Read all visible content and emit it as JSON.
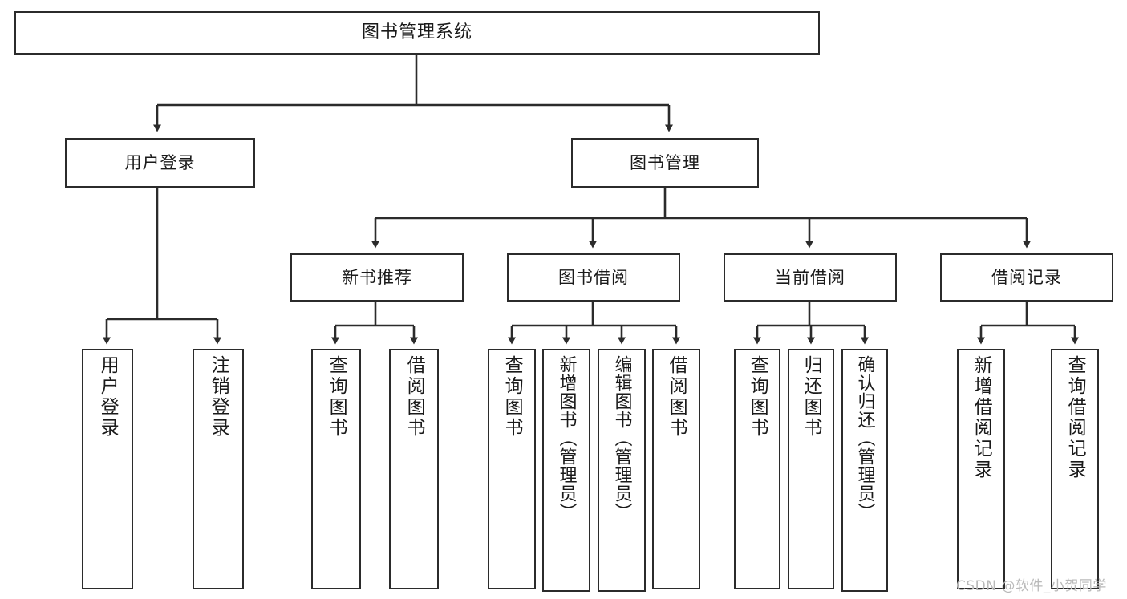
{
  "diagram": {
    "title": "图书管理系统",
    "type": "tree-hierarchy",
    "orientation": "top-down",
    "style": {
      "box_fill": "#ffffff",
      "box_stroke": "#2b2b2b",
      "text_color": "#1a1a1a",
      "edge_color": "#2b2b2b",
      "background": "#ffffff"
    },
    "nodes": {
      "root": {
        "label": "图书管理系统"
      },
      "level2": [
        {
          "label": "用户登录"
        },
        {
          "label": "图书管理"
        }
      ],
      "level3": [
        {
          "label": "新书推荐"
        },
        {
          "label": "图书借阅"
        },
        {
          "label": "当前借阅"
        },
        {
          "label": "借阅记录"
        }
      ],
      "leaves": {
        "user_login": [
          {
            "label": "用户登录"
          },
          {
            "label": "注销登录"
          }
        ],
        "new_book_recommend": [
          {
            "label": "查询图书"
          },
          {
            "label": "借阅图书"
          }
        ],
        "book_borrow": [
          {
            "label": "查询图书"
          },
          {
            "label": "新增图书（管理员）"
          },
          {
            "label": "编辑图书（管理员）"
          },
          {
            "label": "借阅图书"
          }
        ],
        "current_borrow": [
          {
            "label": "查询图书"
          },
          {
            "label": "归还图书"
          },
          {
            "label": "确认归还（管理员）"
          }
        ],
        "borrow_record": [
          {
            "label": "新增借阅记录"
          },
          {
            "label": "查询借阅记录"
          }
        ]
      }
    }
  },
  "watermark": {
    "text": "CSDN @软件_小贺同学"
  }
}
